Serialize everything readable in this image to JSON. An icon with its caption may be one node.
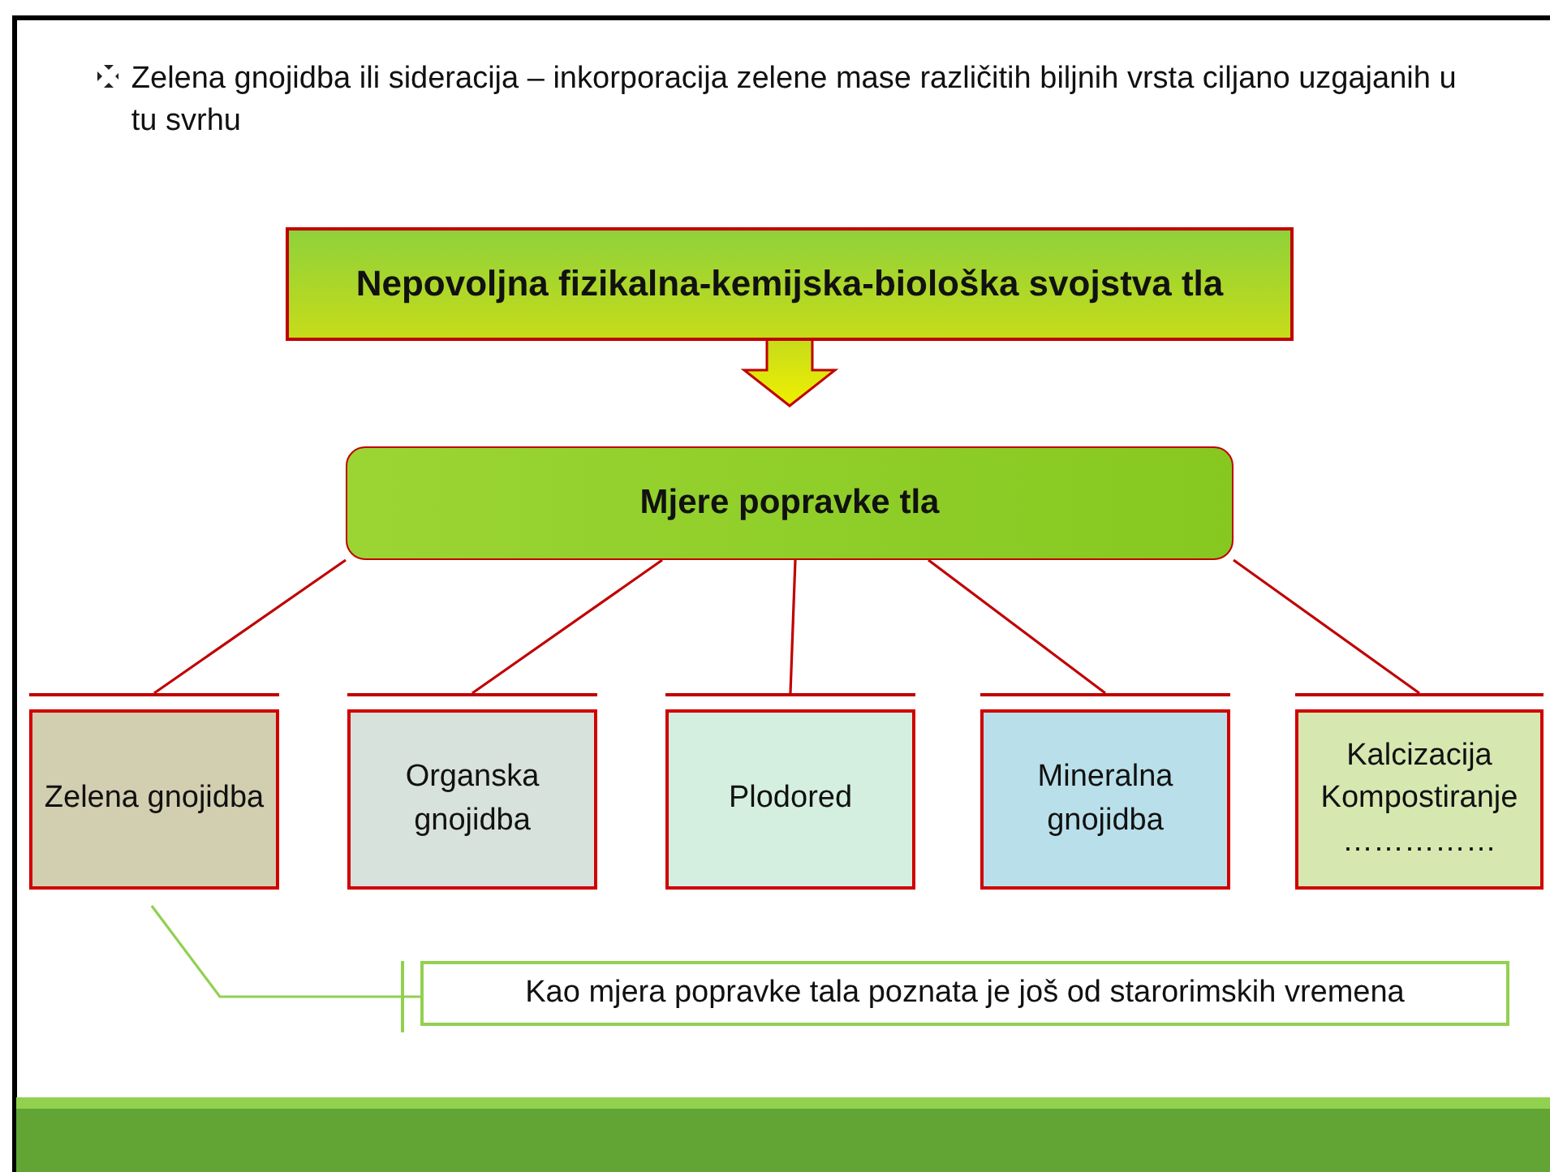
{
  "diagram": {
    "nodes": [
      {
        "text": [
          "Nepovoljna fizikalna-kemijska-biološka svojstva tla"
        ]
      },
      {
        "text": [
          "Mjere popravke tla"
        ]
      },
      {
        "text": [
          "Zelena gnojidba"
        ]
      },
      {
        "text": [
          "Organska gnojidba"
        ]
      },
      {
        "text": [
          "Plodored"
        ]
      },
      {
        "text": [
          "Mineralna gnojidba"
        ]
      },
      {
        "text": [
          "Kalcizacija",
          "Kompostiranje",
          "……………"
        ]
      },
      {
        "text": [
          "Kao mjera popravke tala poznata je još od starorimskih vremena"
        ]
      }
    ],
    "edges": [
      {
        "from": 0,
        "to": 1,
        "arrow": "to",
        "style": "thick"
      },
      {
        "from": 1,
        "to": 2,
        "arrow": "none"
      },
      {
        "from": 1,
        "to": 3,
        "arrow": "none"
      },
      {
        "from": 1,
        "to": 4,
        "arrow": "none"
      },
      {
        "from": 1,
        "to": 5,
        "arrow": "none"
      },
      {
        "from": 1,
        "to": 6,
        "arrow": "none"
      },
      {
        "from": 2,
        "to": 7,
        "arrow": "other",
        "color": "#92d050"
      }
    ],
    "labels": [
      "Zelena gnojidba ili sideracija – inkorporacija zelene mase različitih biljnih vrsta ciljano uzgajanih u tu svrhu"
    ]
  }
}
